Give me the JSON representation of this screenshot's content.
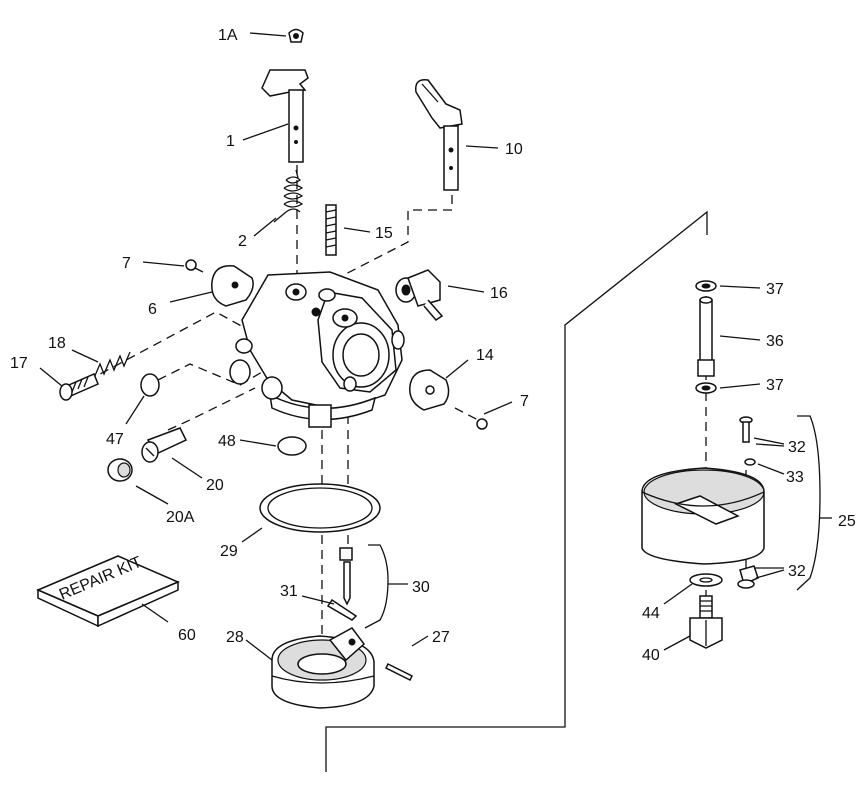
{
  "labels": {
    "p1A": "1A",
    "p1": "1",
    "p10": "10",
    "p2": "2",
    "p15": "15",
    "p7a": "7",
    "p16": "16",
    "p6": "6",
    "p37a": "37",
    "p36": "36",
    "p37b": "37",
    "p18": "18",
    "p17": "17",
    "p14": "14",
    "p7b": "7",
    "p47": "47",
    "p48": "48",
    "p32a": "32",
    "p33": "33",
    "p20": "20",
    "p25": "25",
    "p20A": "20A",
    "p29": "29",
    "p30": "30",
    "p32b": "32",
    "p31": "31",
    "p44": "44",
    "p60": "60",
    "p28": "28",
    "p27": "27",
    "p40": "40"
  },
  "repair_kit": "REPAIR KIT"
}
